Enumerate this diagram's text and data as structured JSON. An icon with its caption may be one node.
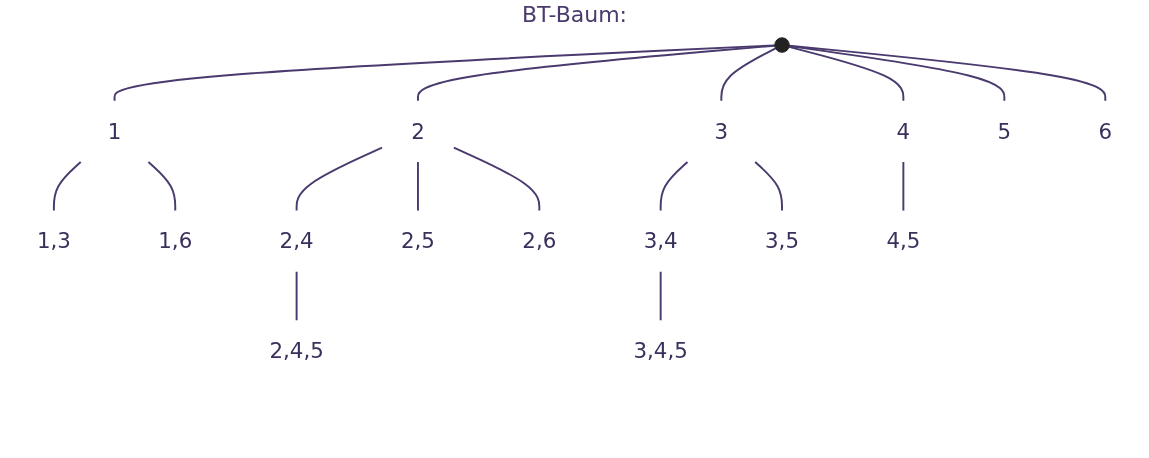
{
  "diagram": {
    "title": "BT-Baum:",
    "nodes": [
      {
        "text": [],
        "shape": "circle"
      },
      {
        "text": [
          "1"
        ]
      },
      {
        "text": [
          "2"
        ]
      },
      {
        "text": [
          "3"
        ]
      },
      {
        "text": [
          "4"
        ]
      },
      {
        "text": [
          "5"
        ]
      },
      {
        "text": [
          "6"
        ]
      },
      {
        "text": [
          "1,3"
        ]
      },
      {
        "text": [
          "1,6"
        ]
      },
      {
        "text": [
          "2,4"
        ]
      },
      {
        "text": [
          "2,5"
        ]
      },
      {
        "text": [
          "2,6"
        ]
      },
      {
        "text": [
          "3,4"
        ]
      },
      {
        "text": [
          "3,5"
        ]
      },
      {
        "text": [
          "4,5"
        ]
      },
      {
        "text": [
          "2,4,5"
        ]
      },
      {
        "text": [
          "3,4,5"
        ]
      }
    ],
    "edges": [
      {
        "from": 0,
        "to": 1,
        "arrow": "none"
      },
      {
        "from": 0,
        "to": 2,
        "arrow": "none"
      },
      {
        "from": 0,
        "to": 3,
        "arrow": "none"
      },
      {
        "from": 0,
        "to": 4,
        "arrow": "none"
      },
      {
        "from": 0,
        "to": 5,
        "arrow": "none"
      },
      {
        "from": 0,
        "to": 6,
        "arrow": "none"
      },
      {
        "from": 1,
        "to": 7,
        "arrow": "none"
      },
      {
        "from": 1,
        "to": 8,
        "arrow": "none"
      },
      {
        "from": 2,
        "to": 9,
        "arrow": "none"
      },
      {
        "from": 2,
        "to": 10,
        "arrow": "none"
      },
      {
        "from": 2,
        "to": 11,
        "arrow": "none"
      },
      {
        "from": 3,
        "to": 12,
        "arrow": "none"
      },
      {
        "from": 3,
        "to": 13,
        "arrow": "none"
      },
      {
        "from": 4,
        "to": 14,
        "arrow": "none"
      },
      {
        "from": 9,
        "to": 15,
        "arrow": "none"
      },
      {
        "from": 12,
        "to": 16,
        "arrow": "none"
      }
    ]
  }
}
